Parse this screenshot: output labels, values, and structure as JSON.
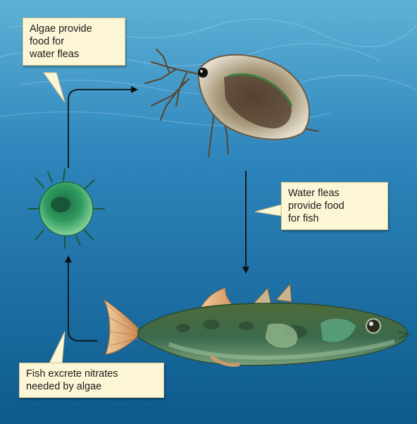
{
  "diagram": {
    "callouts": {
      "algae_to_fleas": "Algae provide\nfood for\nwater fleas",
      "fleas_to_fish": "Water fleas\nprovide food\nfor fish",
      "fish_to_algae": "Fish excrete nitrates\nneeded by algae"
    },
    "colors": {
      "water_top": "#4a9fc6",
      "water_bottom": "#0e5e91",
      "arrow": "#111111",
      "callout_fill": "#fdf6d6",
      "algae": "#2f9a5e",
      "fish_body": "#3f6b4a",
      "fish_fin": "#e8b27a"
    },
    "organisms": [
      "algae-cell",
      "water-flea",
      "stickleback-fish"
    ]
  }
}
